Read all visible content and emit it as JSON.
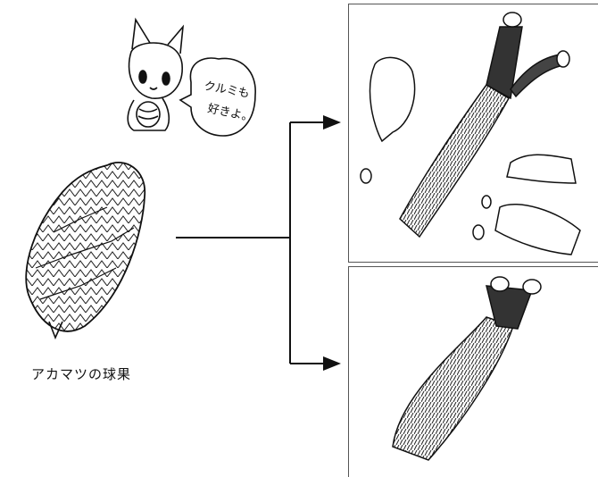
{
  "caption": "アカマツの球果",
  "speech_bubble": {
    "line1": "クルミも",
    "line2": "好きよ。"
  },
  "colors": {
    "ink": "#111111",
    "panel_border": "#555555",
    "background": "#ffffff"
  },
  "icons": [
    "squirrel-icon",
    "pine-cone-icon",
    "arrow-right-icon",
    "eaten-cone-core-icon",
    "scale-fragment-icon",
    "seed-icon"
  ]
}
